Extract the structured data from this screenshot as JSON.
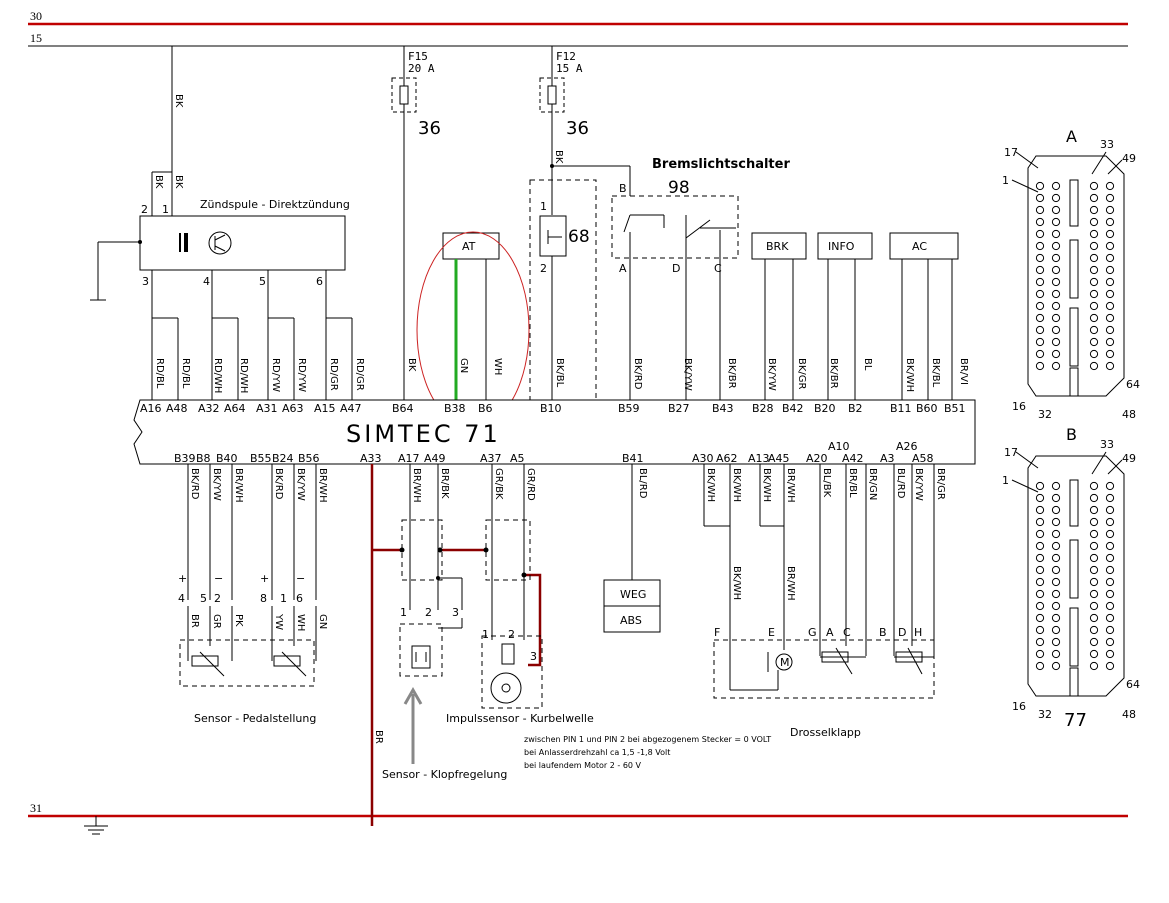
{
  "rails": {
    "top1": "30",
    "top2": "15",
    "bottom": "31"
  },
  "fuses": [
    {
      "name": "F15",
      "rating": "20 A",
      "ref": "36"
    },
    {
      "name": "F12",
      "rating": "15 A",
      "ref": "36"
    }
  ],
  "ignition": {
    "title": "Zündspule - Direktzündung",
    "pin_left": "2",
    "pin_right": "1",
    "pins_bottom": [
      "3",
      "4",
      "5",
      "6"
    ],
    "feed_wire": "BK"
  },
  "brake_switch": {
    "title": "Bremslichtschalter",
    "ref": "98",
    "pin_top": "B",
    "pins_bottom": [
      "A",
      "D",
      "C"
    ]
  },
  "relay68": {
    "ref": "68",
    "pin_top": "1",
    "pin_bottom": "2"
  },
  "boxes": {
    "at": "AT",
    "brk": "BRK",
    "info": "INFO",
    "ac": "AC"
  },
  "ecu": {
    "title": "SIMTEC  71",
    "top_pins": [
      "A16",
      "A48",
      "A32",
      "A64",
      "A31",
      "A63",
      "A15",
      "A47",
      "B64",
      "B38",
      "B6",
      "B10",
      "B59",
      "B27",
      "B43",
      "B28",
      "B42",
      "B20",
      "B2",
      "B11",
      "B60",
      "B51"
    ],
    "top_wires": [
      "RD/BL",
      "RD/BL",
      "RD/WH",
      "RD/WH",
      "RD/YW",
      "RD/YW",
      "RD/GR",
      "RD/GR",
      "BK",
      "GN",
      "WH",
      "BK/BL",
      "BK/RD",
      "BK/YW",
      "BK/BR",
      "BK/YW",
      "BK/GR",
      "BK/BR",
      "BL",
      "BK/WH",
      "BK/BL",
      "BR/VI"
    ],
    "bottom_pins": [
      "B39",
      "B8",
      "B40",
      "B55",
      "B24",
      "B56",
      "A33",
      "A17",
      "A49",
      "A37",
      "A5",
      "B41",
      "A30",
      "A62",
      "A13",
      "A45",
      "A20",
      "A42",
      "A3",
      "A58"
    ],
    "bottom_extra": [
      "A10",
      "A26"
    ],
    "bottom_wires": [
      "BK/RD",
      "BK/YW",
      "BR/WH",
      "BK/RD",
      "BK/YW",
      "BR/WH",
      "BR",
      "BR/WH",
      "BR/BK",
      "GR/BK",
      "GR/RD",
      "BL/RD",
      "BK/WH",
      "BK/WH",
      "BK/WH",
      "BR/WH",
      "BL/BK",
      "BR/BL",
      "BR/GN",
      "BL/RD",
      "BK/YW",
      "BR/GR"
    ]
  },
  "wire_bk_b10": "BK",
  "wire_bk_relay": "BK",
  "pedal": {
    "title": "Sensor - Pedalstellung",
    "pins_a": [
      "4",
      "5",
      "2"
    ],
    "pins_b": [
      "8",
      "1",
      "6"
    ],
    "signs": [
      "+",
      "−",
      "+",
      "−"
    ],
    "wires_a": [
      "BR",
      "GR",
      "PK"
    ],
    "wires_b": [
      "YW",
      "WH",
      "GN"
    ]
  },
  "knock": {
    "title": "Sensor - Klopfregelung",
    "pins": [
      "1",
      "2",
      "3"
    ]
  },
  "crank": {
    "title": "Impulssensor - Kurbelwelle",
    "pins": [
      "1",
      "2",
      "3"
    ]
  },
  "weg_abs": {
    "top": "WEG",
    "bottom": "ABS"
  },
  "throttle": {
    "title": "Drosselklapp",
    "pins": [
      "F",
      "E",
      "G",
      "A",
      "C",
      "B",
      "D",
      "H"
    ],
    "motor": "M"
  },
  "notes": [
    "zwischen PIN 1 und PIN 2 bei abgezogenem Stecker = 0 VOLT",
    "bei Anlasserdrehzahl  ca 1,5 -1,8 Volt",
    "bei laufendem Motor  2 - 60 V"
  ],
  "connectors": [
    {
      "letter": "A",
      "pins": [
        "17",
        "1",
        "33",
        "49",
        "16",
        "32",
        "64",
        "48"
      ]
    },
    {
      "letter": "B",
      "pins": [
        "17",
        "1",
        "33",
        "49",
        "16",
        "32",
        "64",
        "48"
      ],
      "ref": "77"
    }
  ],
  "colors": {
    "rail": "#b30000",
    "wire_br": "#8b0000",
    "green": "#22aa22",
    "circle": "#cc2222"
  }
}
